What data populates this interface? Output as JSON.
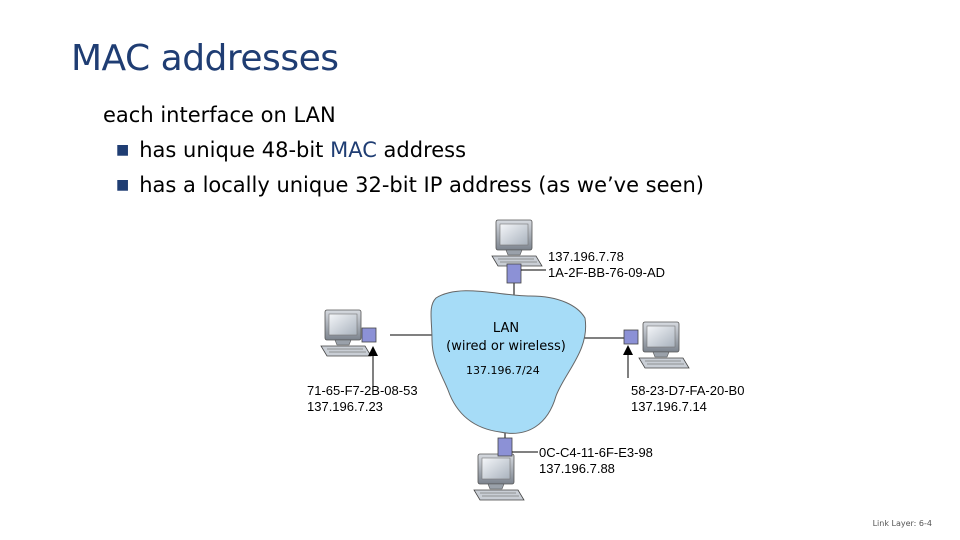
{
  "title": "MAC addresses",
  "intro": "each interface on LAN",
  "bullets": {
    "b1_pre": "has unique 48-bit ",
    "b1_hl": "MAC",
    "b1_post": " address",
    "b2": "has a locally unique 32-bit IP address (as we’ve seen)"
  },
  "lan": {
    "name": "LAN",
    "sub": "(wired or wireless)",
    "net": "137.196.7/24",
    "color": "#a6dcf7"
  },
  "hosts": {
    "top": {
      "ip": "137.196.7.78",
      "mac": "1A-2F-BB-76-09-AD"
    },
    "left": {
      "mac": "71-65-F7-2B-08-53",
      "ip": "137.196.7.23"
    },
    "right": {
      "mac": "58-23-D7-FA-20-B0",
      "ip": "137.196.7.14"
    },
    "bottom": {
      "mac": "0C-C4-11-6F-E3-98",
      "ip": "137.196.7.88"
    }
  },
  "footer": "Link Layer: 6-4",
  "icons": {
    "computer": "computer-icon",
    "adapter": "network-adapter-icon"
  }
}
